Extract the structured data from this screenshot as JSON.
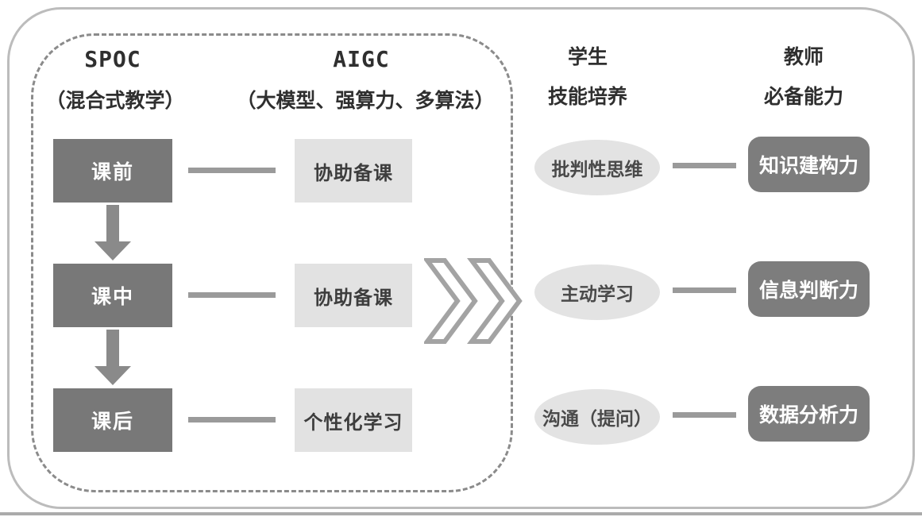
{
  "figure": {
    "headers": {
      "spoc": {
        "title": "SPOC",
        "subtitle": "（混合式教学）"
      },
      "aigc": {
        "title": "AIGC",
        "subtitle": "（大模型、强算力、多算法）"
      },
      "student": {
        "title": "学生",
        "subtitle": "技能培养"
      },
      "teacher": {
        "title": "教师",
        "subtitle": "必备能力"
      }
    },
    "rows": [
      {
        "stage": "课前",
        "aigc_role": "协助备课",
        "student_skill": "批判性思维",
        "teacher_ability": "知识建构力"
      },
      {
        "stage": "课中",
        "aigc_role": "协助备课",
        "student_skill": "主动学习",
        "teacher_ability": "信息判断力"
      },
      {
        "stage": "课后",
        "aigc_role": "个性化学习",
        "student_skill": "沟通（提问）",
        "teacher_ability": "数据分析力"
      }
    ],
    "icons": {
      "down_arrow": "solid-down-block-arrow",
      "flow_chevron": "double-right-chevron"
    },
    "colors": {
      "stage_box": "#787878",
      "aigc_box": "#e2e2e2",
      "skill_ellipse": "#e3e3e3",
      "ability_box": "#7d7d7d",
      "connector": "#9a9a9a",
      "arrow": "#8a8a8a",
      "chevron": "#a3a3a3",
      "dashed_border": "#8b8b8b",
      "outer_border": "#bcbcbc",
      "bottom_rule": "#ababab"
    }
  }
}
